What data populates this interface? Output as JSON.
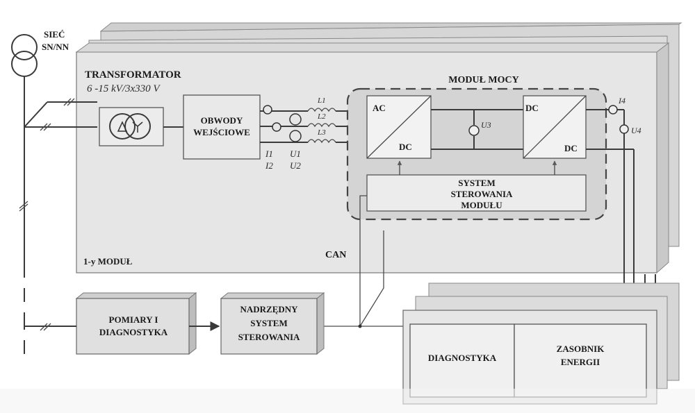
{
  "grid": {
    "line1": "SIEĆ",
    "line2": "SN/NN"
  },
  "transformer": {
    "title": "TRANSFORMATOR",
    "rating": "6 -15 kV/3x330 V"
  },
  "input_circuits": {
    "line1": "OBWODY",
    "line2": "WEJŚCIOWE"
  },
  "measurements": {
    "I1": "I1",
    "I2": "I2",
    "U1": "U1",
    "U2": "U2",
    "L1": "L1",
    "L2": "L2",
    "L3": "L3",
    "U3": "U3",
    "I4": "I4",
    "U4": "U4"
  },
  "power_module": {
    "title": "MODUŁ MOCY",
    "acdc": {
      "ac": "AC",
      "dc": "DC"
    },
    "dcdc": {
      "dc_in": "DC",
      "dc_out": "DC"
    },
    "control": {
      "line1": "SYSTEM",
      "line2": "STEROWANIA",
      "line3": "MODUŁU"
    }
  },
  "module_label": "1-y MODUŁ",
  "can_label": "CAN",
  "diagnostics_block": {
    "line1": "POMIARY I",
    "line2": "DIAGNOSTYKA"
  },
  "master_control": {
    "line1": "NADRZĘDNY",
    "line2": "SYSTEM",
    "line3": "STEROWANIA"
  },
  "storage": {
    "diagnostics": "DIAGNOSTYKA",
    "energy_line1": "ZASOBNIK",
    "energy_line2": "ENERGII"
  }
}
